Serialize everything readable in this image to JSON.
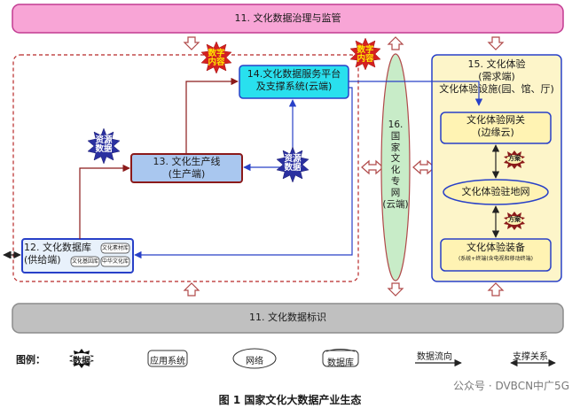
{
  "top_bar": "11. 文化数据治理与监管",
  "bottom_bar": "11. 文化数据标识",
  "platform": {
    "line1": "14.文化数据服务平台",
    "line2": "及支撑系统(云端)"
  },
  "production": {
    "line1": "13. 文化生产线",
    "line2": "(生产端)"
  },
  "database": {
    "line1": "12. 文化数据库",
    "line2": "(供给端)",
    "mini": [
      "文化素材库",
      "文化基因库",
      "中华文化库"
    ]
  },
  "network": [
    "16.",
    "国",
    "家",
    "文",
    "化",
    "专",
    "网",
    "(云端)"
  ],
  "experience": {
    "line1": "15. 文化体验",
    "line2": "(需求端)",
    "line3": "文化体验设施(园、馆、厅)"
  },
  "gateway": {
    "line1": "文化体验网关",
    "line2": "(边缘云)"
  },
  "station": "文化体验驻地网",
  "equipment": {
    "line1": "文化体验装备",
    "line2": "(系统+终端(含电视和移动终端)"
  },
  "bursts": {
    "content": [
      "数字",
      "内容"
    ],
    "resource": [
      "资源",
      "数据"
    ],
    "plan": "方案"
  },
  "legend": {
    "title": "图例：",
    "data": "数据",
    "app": "应用系统",
    "network": "网络",
    "db": "数据库",
    "flow": "数据流向",
    "support": "支撑关系"
  },
  "caption": "图 1  国家文化大数据产业生态",
  "watermark": "公众号 · DVBCN中广5G",
  "colors": {
    "pink": "#f8a5d6",
    "pink_border": "#c23b91",
    "grey": "#c0c0c0",
    "cyan": "#29e0ee",
    "blue_box": "#a9c7ef",
    "dark_red": "#8b1a1a",
    "yellow": "#fdf5c9",
    "blue": "#2840c8",
    "burst_red": "#d42020",
    "burst_blue": "#2a30a0",
    "green": "#c8ecc8"
  }
}
